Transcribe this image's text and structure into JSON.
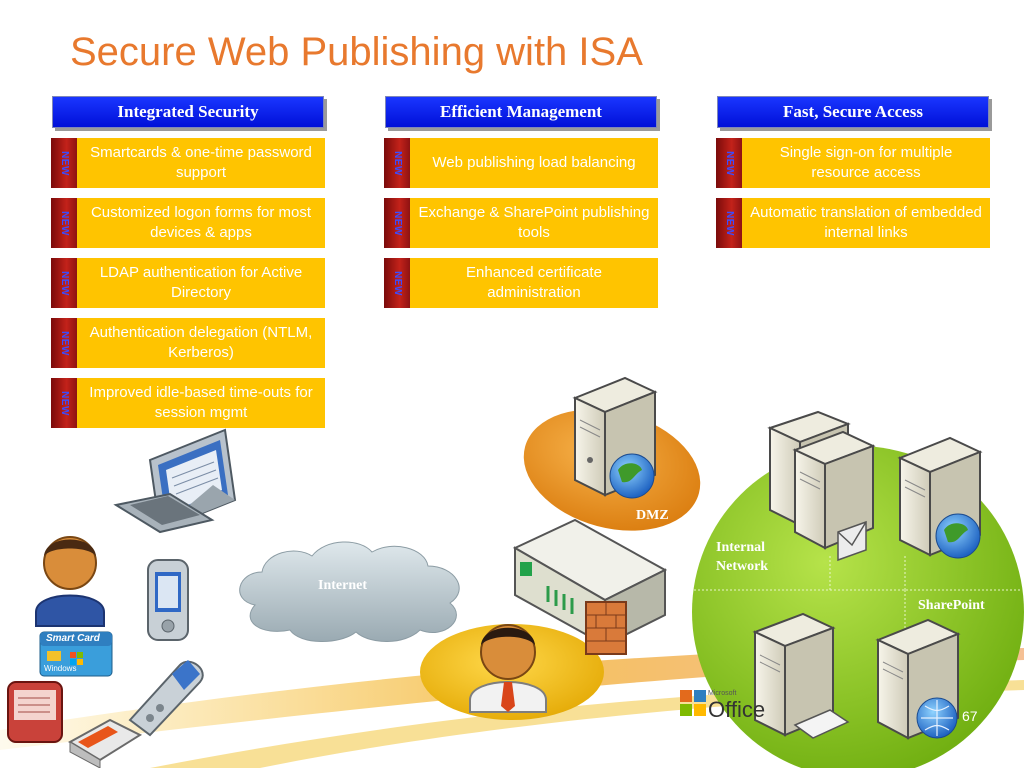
{
  "title": "Secure Web Publishing with ISA",
  "columns": [
    {
      "header": "Integrated Security",
      "items": [
        {
          "badge": "NEW",
          "text": "Smartcards & one-time password support"
        },
        {
          "badge": "NEW",
          "text": "Customized logon forms for most devices & apps"
        },
        {
          "badge": "NEW",
          "text": "LDAP authentication for Active Directory"
        },
        {
          "badge": "NEW",
          "text": "Authentication delegation (NTLM, Kerberos)"
        },
        {
          "badge": "NEW",
          "text": "Improved idle-based time-outs for session mgmt"
        }
      ]
    },
    {
      "header": "Efficient Management",
      "items": [
        {
          "badge": "NEW",
          "text": "Web publishing load balancing"
        },
        {
          "badge": "NEW",
          "text": "Exchange & SharePoint publishing tools"
        },
        {
          "badge": "NEW",
          "text": "Enhanced certificate administration"
        }
      ]
    },
    {
      "header": "Fast, Secure Access",
      "items": [
        {
          "badge": "NEW",
          "text": "Single sign-on for multiple resource access"
        },
        {
          "badge": "NEW",
          "text": "Automatic translation of embedded internal links"
        }
      ]
    }
  ],
  "diagram": {
    "internet_label": "Internet",
    "dmz_label": "DMZ",
    "internal_network_label": "Internal Network",
    "sharepoint_label": "SharePoint",
    "smartcard_label": "Smart Card",
    "smartcard_sublabel": "Windows",
    "office_logo_text": "Office",
    "office_logo_small": "Microsoft",
    "page_number": "67"
  },
  "colors": {
    "title": "#e8792e",
    "header_bg": "#0a1cf0",
    "item_bg": "#ffc400",
    "badge_bg": "#b01c16",
    "badge_text": "#3b4cff",
    "dmz": "#e8911a",
    "internal_network": "#8fc820",
    "user_spot": "#f0b800",
    "cloud": "#a9b9c0"
  }
}
